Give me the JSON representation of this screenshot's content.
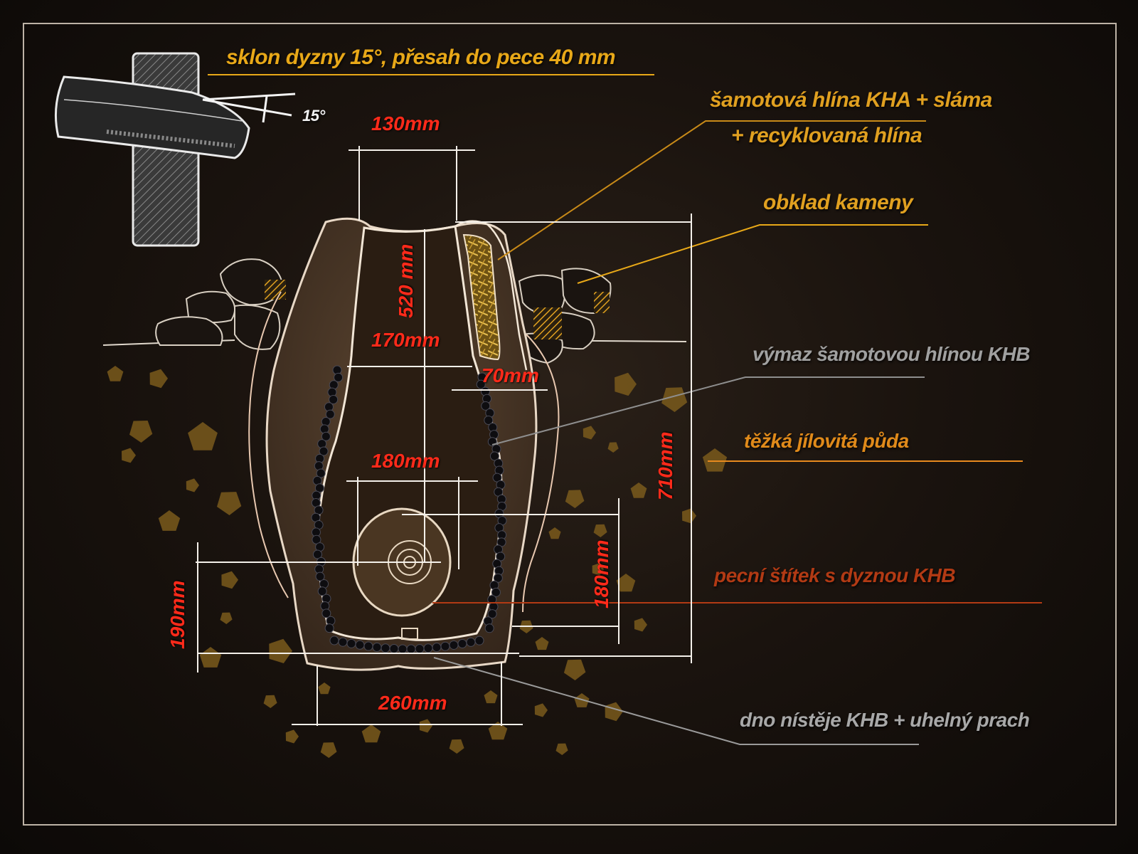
{
  "labels": {
    "nozzle_note": "sklon dyzny 15°, přesah do pece 40 mm",
    "nozzle_angle": "15°",
    "material_top_line1": "šamotová hlína KHA + sláma",
    "material_top_line2": "+ recyklovaná hlína",
    "stone_cladding": "obklad kameny",
    "lining": "výmaz šamotovou hlínou KHB",
    "soil": "těžká jílovitá půda",
    "face_plate": "pecní štítek s dyznou  KHB",
    "hearth_bottom": "dno nístěje KHB + uhelný prach"
  },
  "dimensions": {
    "top_width": "130mm",
    "shaft_height": "520 mm",
    "mid_width": "170mm",
    "wall": "70mm",
    "lower_width": "180mm",
    "total_height": "710mm",
    "tuyere_height": "180mm",
    "hearth_height": "190mm",
    "bottom_width": "260mm"
  },
  "colors": {
    "gold": "#e8a818",
    "orange": "#e88a1e",
    "gray": "#9a9a9a",
    "dark_red": "#b23a14",
    "dim_red": "#ff2a1a",
    "clay": "#4a3524",
    "nugget": "#7a5a1c"
  }
}
